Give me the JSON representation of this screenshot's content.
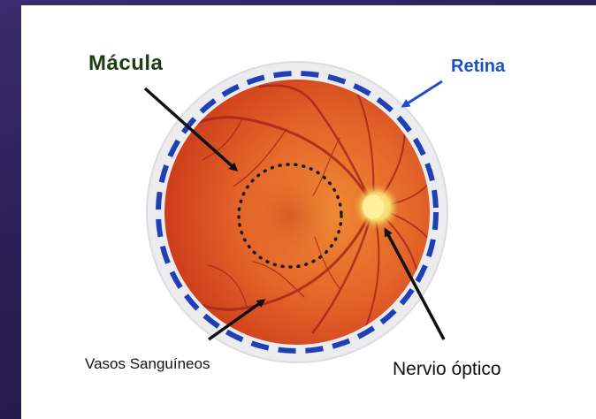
{
  "labels": {
    "macula": "Mácula",
    "retina": "Retina",
    "vessels": "Vasos Sanguíneos",
    "optic_nerve": "Nervio óptico"
  },
  "colors": {
    "macula_label": "#1f3d12",
    "retina_label": "#1f4fc7",
    "retina_dash": "#1f3fb5",
    "fundus_center": "#e87a2c",
    "fundus_edge": "#d4421c",
    "outer_ring": "#e9e9ec",
    "optic_disc": "#f8e27a",
    "arrows": "#111111"
  },
  "icons": {
    "macula_outline": "dotted-circle",
    "retina_outline": "dashed-circle"
  }
}
